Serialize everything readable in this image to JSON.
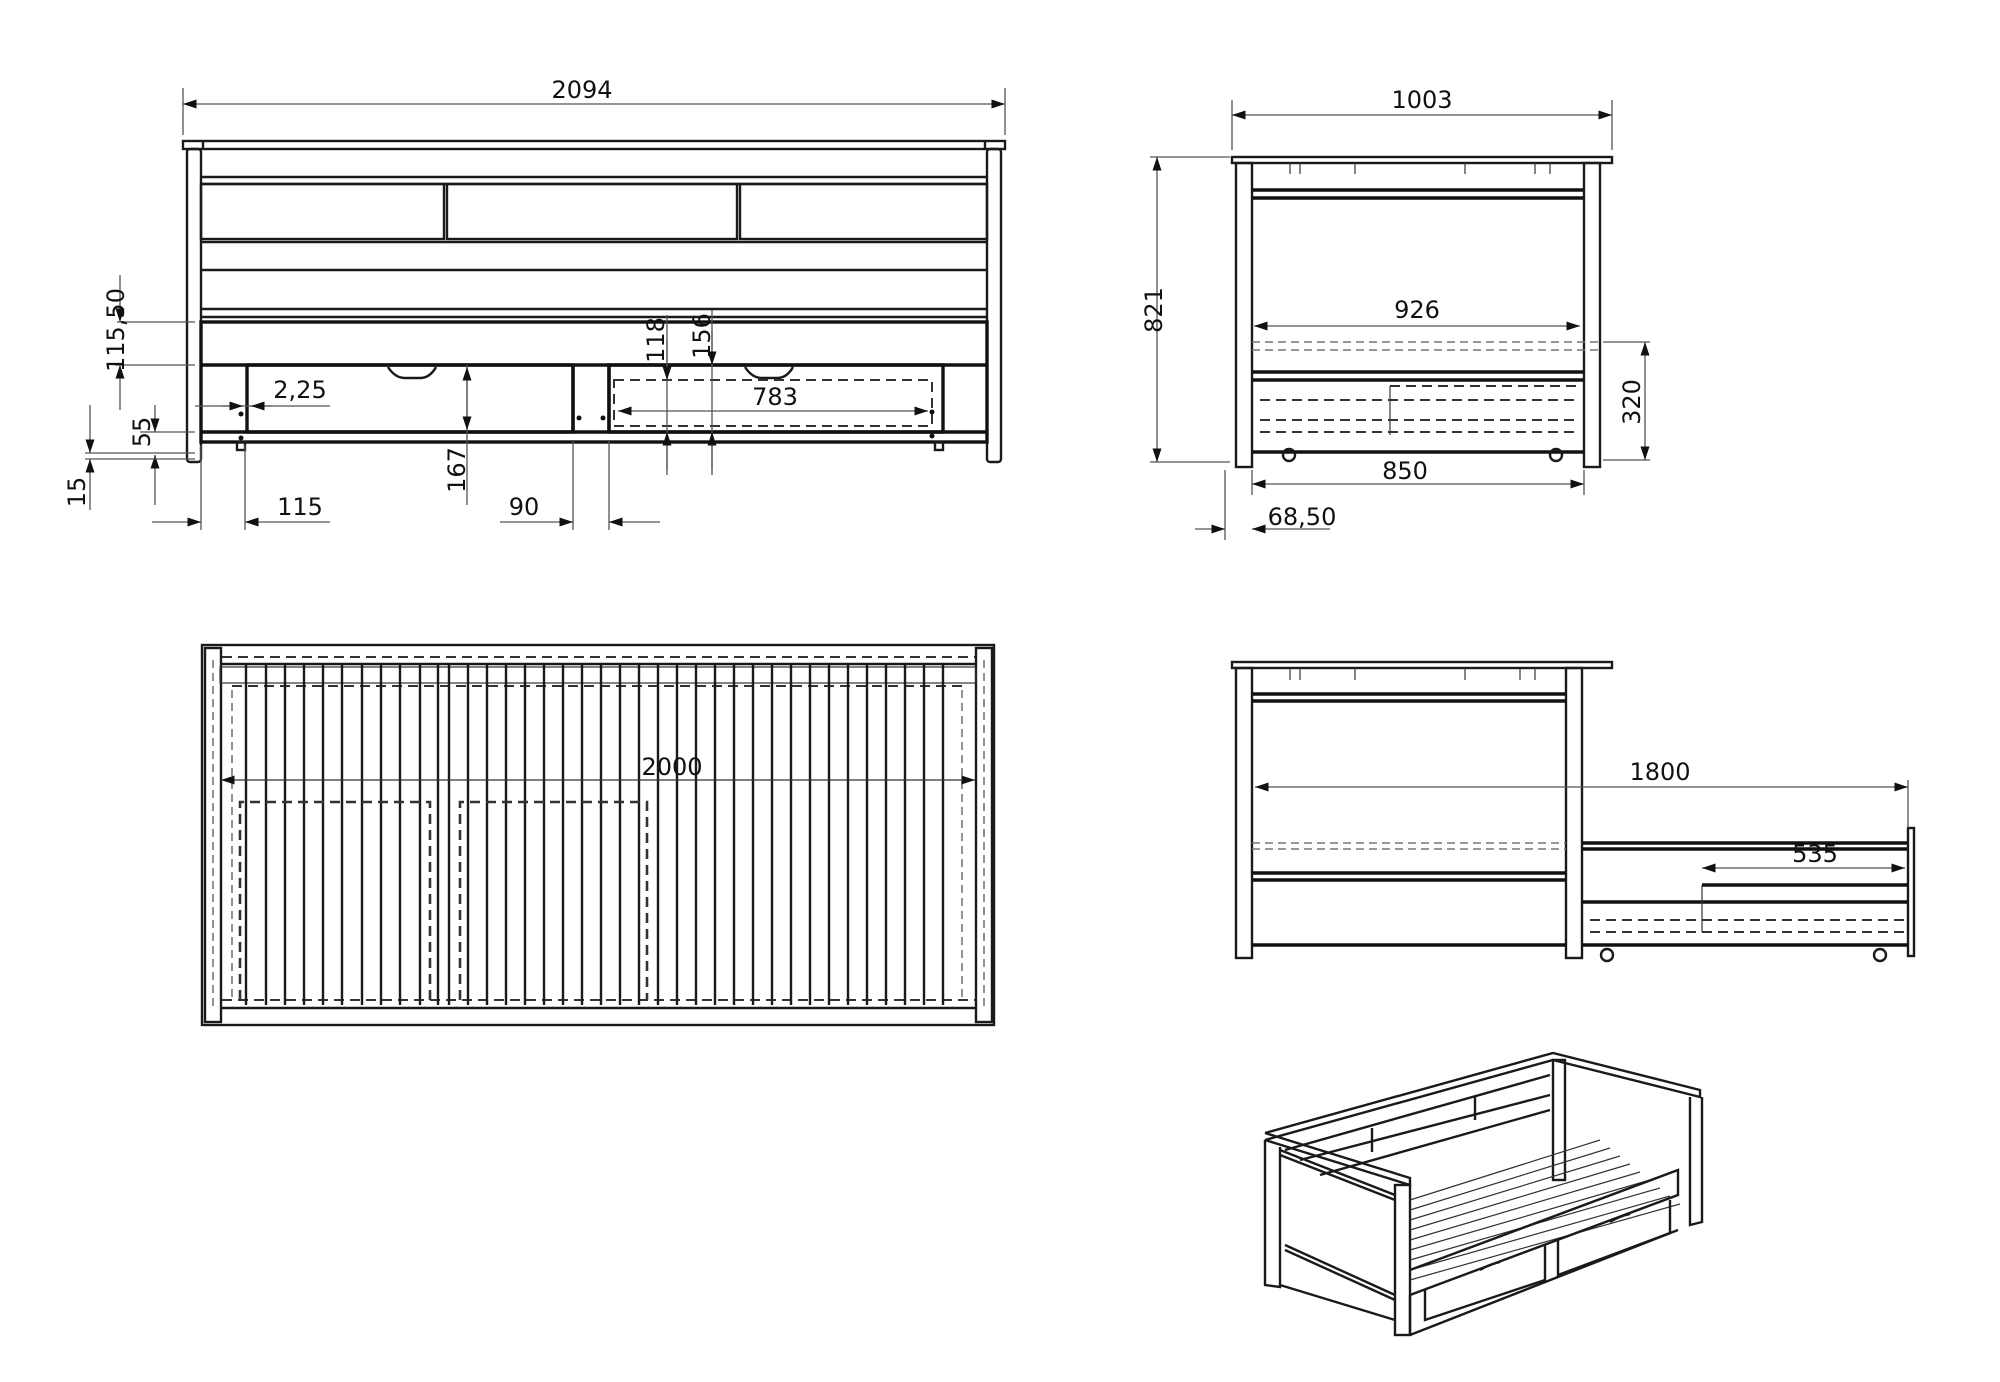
{
  "drawing": {
    "subject": "Daybed with two under-bed drawers / pull-out bed",
    "views": {
      "front": {
        "overall_width": "2094",
        "top_rail_height": "115,50",
        "drawer_panel_gap": "2,25",
        "lower_rail": "55",
        "foot_clearance": "15",
        "side_offset": "115",
        "center_divider": "90",
        "drawer_height": "167",
        "drawer_inner_top": "118",
        "drawer_outer_top": "156",
        "drawer_inner_width": "783"
      },
      "side": {
        "overall_depth": "1003",
        "overall_height": "821",
        "inner_depth": "926",
        "drawer_height": "320",
        "drawer_depth": "850",
        "leg_offset": "68,50"
      },
      "top": {
        "mattress_length": "2000"
      },
      "side_extended": {
        "extended_depth": "1800",
        "drawer_extension": "535"
      },
      "isometric": {
        "label": "isometric-view"
      }
    }
  }
}
